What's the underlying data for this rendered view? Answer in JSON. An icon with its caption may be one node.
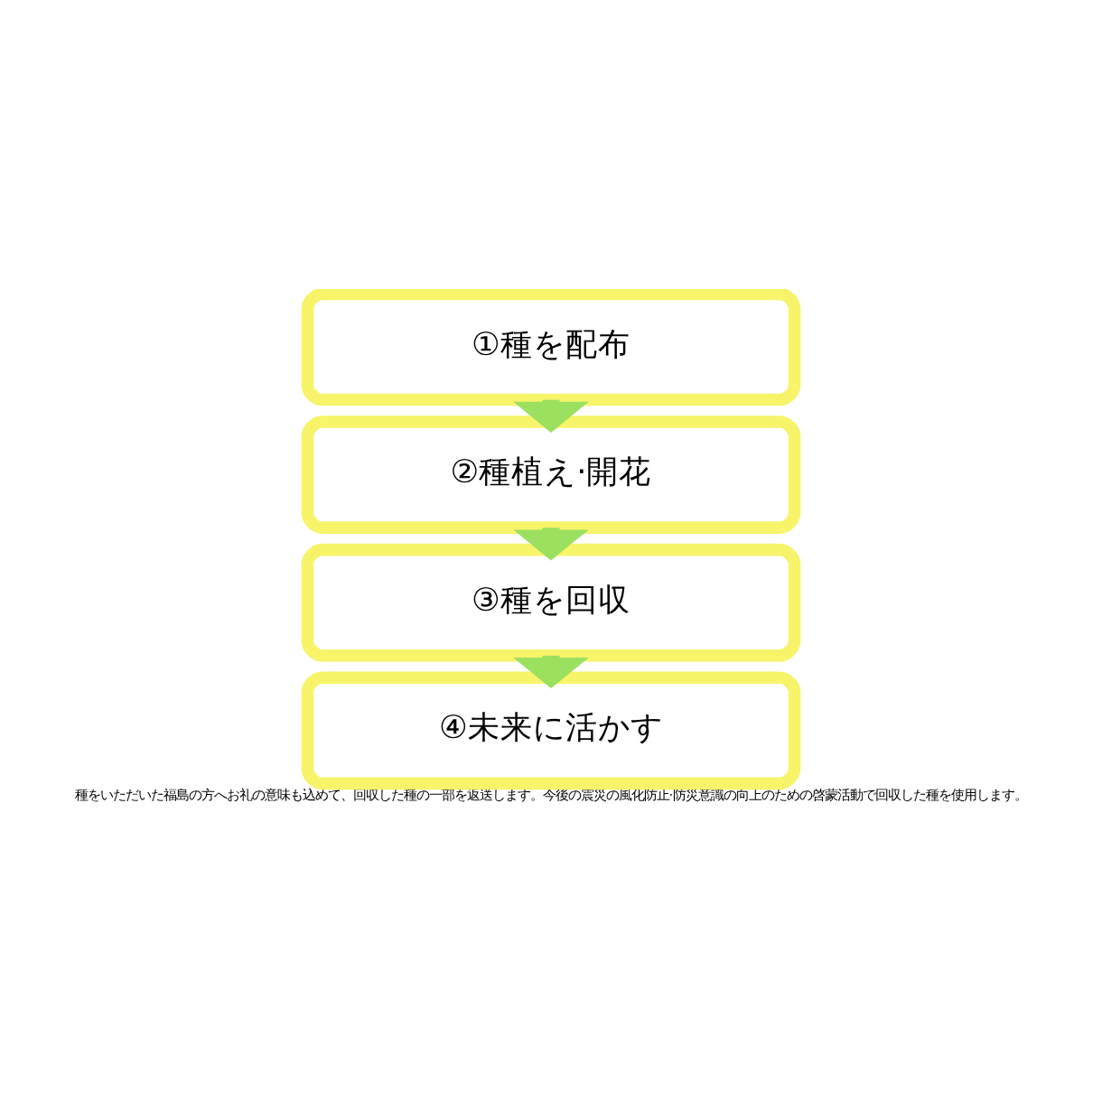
{
  "diagram": {
    "caption": "種をいただいた福島の方へお礼の意味も込めて、回収した種の一部を返送します。今後の震災の風化防止·防災意識の向上のための啓蒙活動で回収した種を使用します。",
    "nodes": [
      {
        "text": [
          "①種を配布"
        ]
      },
      {
        "text": [
          "②種植え·開花"
        ]
      },
      {
        "text": [
          "③種を回収"
        ]
      },
      {
        "text": [
          "④未来に活かす"
        ]
      }
    ],
    "edges": [
      {
        "from": 0,
        "to": 1,
        "arrow": "to"
      },
      {
        "from": 1,
        "to": 2,
        "arrow": "to"
      },
      {
        "from": 2,
        "to": 3,
        "arrow": "to"
      }
    ]
  }
}
